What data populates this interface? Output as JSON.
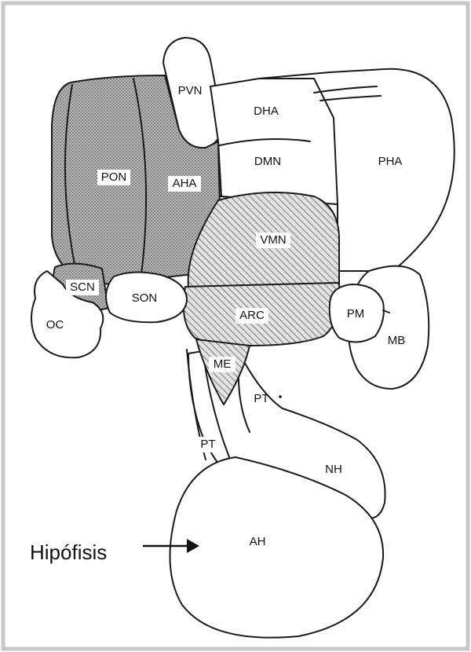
{
  "diagram": {
    "labels": {
      "pvn": "PVN",
      "dha": "DHA",
      "dmn": "DMN",
      "pha": "PHA",
      "pon": "PON",
      "aha": "AHA",
      "vmn": "VMN",
      "scn": "SCN",
      "son": "SON",
      "oc": "OC",
      "arc": "ARC",
      "pm": "PM",
      "mb": "MB",
      "me": "ME",
      "pt_upper": "PT",
      "pt_lower": "PT",
      "nh": "NH",
      "ah": "AH"
    },
    "caption": "Hipófisis"
  },
  "colors": {
    "frame": "#c8c8c8",
    "outline": "#1a1a1a",
    "shading": "#8a8a8a"
  }
}
